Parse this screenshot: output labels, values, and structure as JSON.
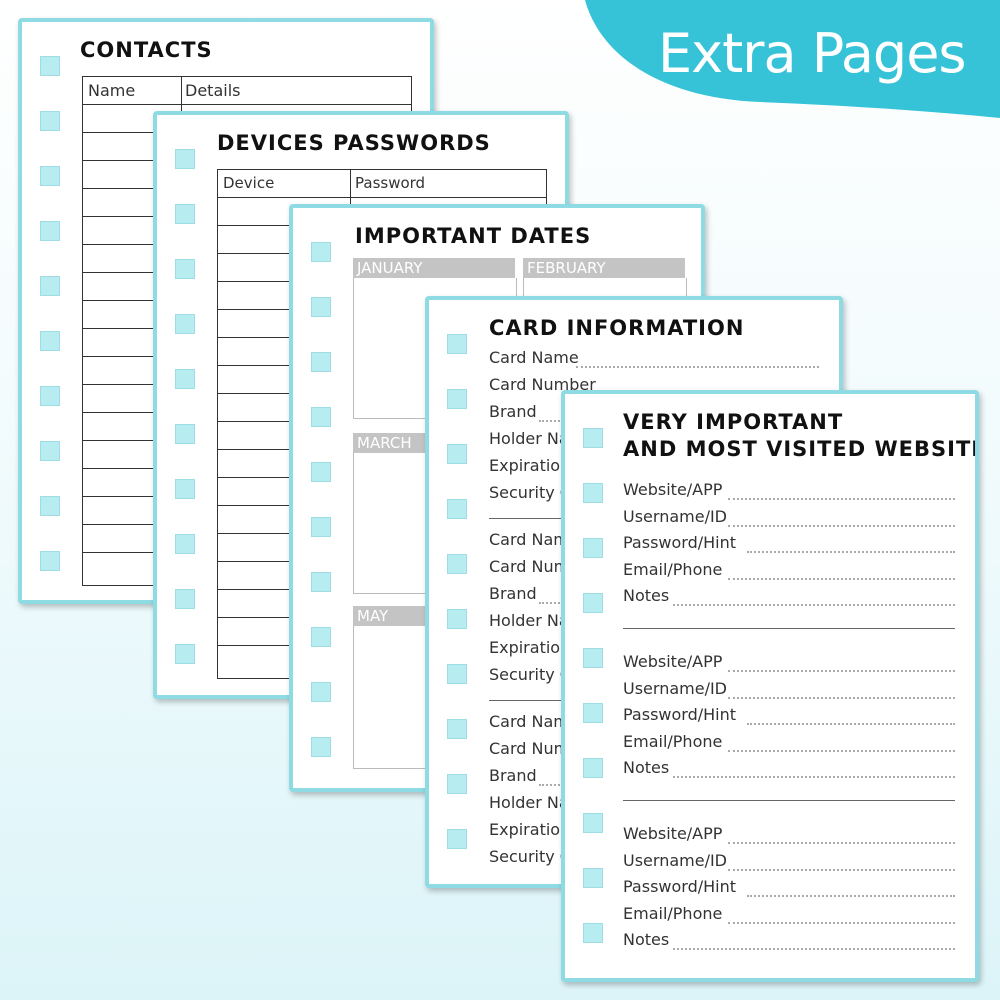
{
  "banner": {
    "title": "Extra Pages",
    "color": "#36c3d8"
  },
  "contacts": {
    "title": "CONTACTS",
    "columns": [
      "Name",
      "Details"
    ]
  },
  "devices": {
    "title": "DEVICES  PASSWORDS",
    "columns": [
      "Device",
      "Password"
    ]
  },
  "dates": {
    "title": "IMPORTANT  DATES",
    "months": [
      "JANUARY",
      "FEBRUARY",
      "MARCH",
      "MAY"
    ]
  },
  "cards": {
    "title": "CARD  INFORMATION",
    "block1": [
      "Card Name",
      "Card Number",
      "Brand",
      "Holder Na",
      "Expiration",
      "Security C"
    ],
    "block2": [
      "Card Nam",
      "Card Num",
      "Brand",
      "Holder Na",
      "Expiration",
      "Security C"
    ],
    "block3": [
      "Card Nam",
      "Card Num",
      "Brand",
      "Holder Na",
      "Expiration",
      "Security C"
    ]
  },
  "websites": {
    "title_line1": "VERY  IMPORTANT",
    "title_line2": "AND  MOST  VISITED  WEBSITES",
    "fields": [
      "Website/APP",
      "Username/ID",
      "Password/Hint",
      "Email/Phone",
      "Notes"
    ]
  }
}
